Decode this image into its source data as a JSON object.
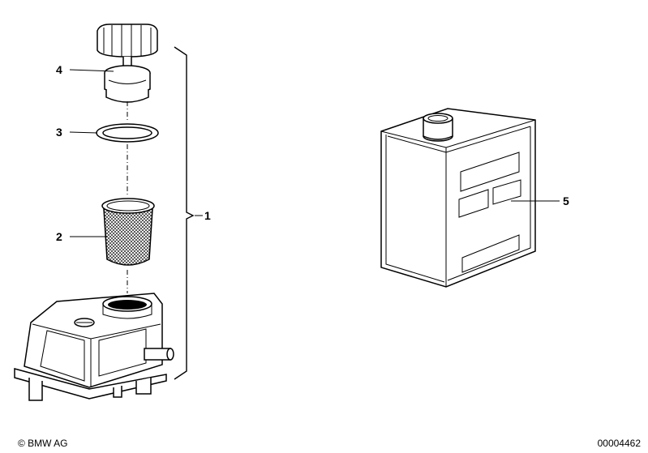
{
  "callouts": {
    "assembly": "1",
    "strainer": "2",
    "sealing_ring": "3",
    "cap_adapter": "4",
    "fluid_can": "5"
  },
  "footer": {
    "copyright": "© BMW AG",
    "diagram_number": "00004462"
  }
}
